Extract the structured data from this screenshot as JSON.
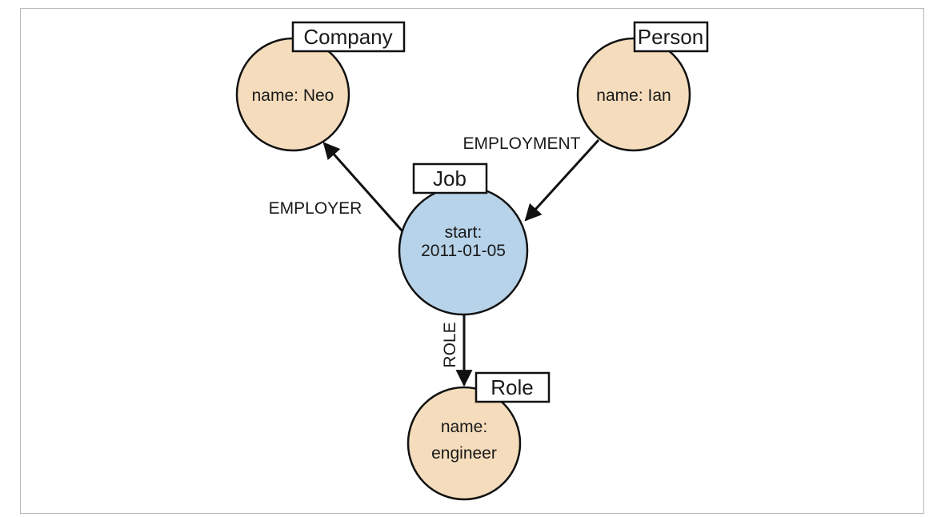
{
  "colors": {
    "entity_fill": "#f4dcbc",
    "relationship_fill": "#b7d3ea",
    "stroke": "#111111",
    "frame": "#b9b9b9"
  },
  "nodes": {
    "company": {
      "label": "Company",
      "lines": [
        "name: Neo"
      ]
    },
    "person": {
      "label": "Person",
      "lines": [
        "name: Ian"
      ]
    },
    "job": {
      "label": "Job",
      "lines": [
        "start:",
        "2011-01-05"
      ]
    },
    "role": {
      "label": "Role",
      "lines": [
        "name:",
        "engineer"
      ]
    }
  },
  "edges": {
    "employer": "EMPLOYER",
    "employment": "EMPLOYMENT",
    "role": "ROLE"
  }
}
